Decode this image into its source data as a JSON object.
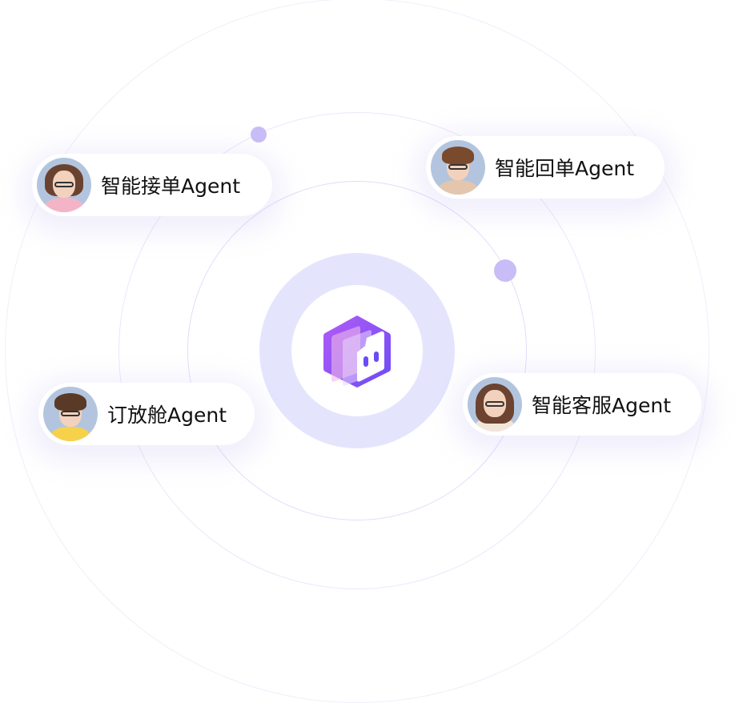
{
  "center_logo": {
    "icon": "cube-cat-logo",
    "accent": "#7b5cf5"
  },
  "agents": [
    {
      "label": "智能接单Agent",
      "avatar": "woman-glasses-pink-avatar"
    },
    {
      "label": "智能回单Agent",
      "avatar": "man-glasses-beige-avatar"
    },
    {
      "label": "订放舱Agent",
      "avatar": "boy-glasses-yellow-avatar"
    },
    {
      "label": "智能客服Agent",
      "avatar": "woman-long-hair-avatar"
    }
  ]
}
